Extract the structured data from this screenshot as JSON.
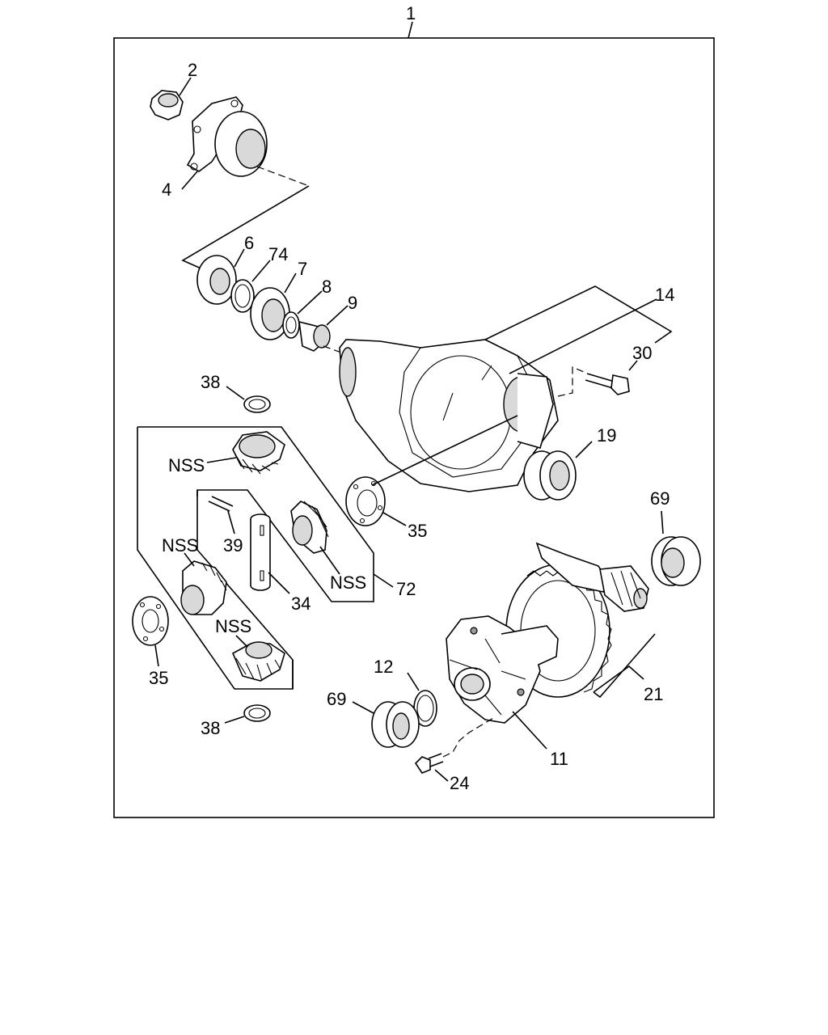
{
  "diagram": {
    "labels": {
      "l1": "1",
      "l2": "2",
      "l4": "4",
      "l6": "6",
      "l74": "74",
      "l7": "7",
      "l8": "8",
      "l9": "9",
      "l14": "14",
      "l30": "30",
      "l38a": "38",
      "l19": "19",
      "l35a": "35",
      "l69a": "69",
      "l72": "72",
      "l39": "39",
      "l34": "34",
      "l35b": "35",
      "l12": "12",
      "l69b": "69",
      "l21": "21",
      "l11": "11",
      "l24": "24",
      "l38b": "38",
      "nss1": "NSS",
      "nss2": "NSS",
      "nss3": "NSS",
      "nss4": "NSS"
    }
  }
}
